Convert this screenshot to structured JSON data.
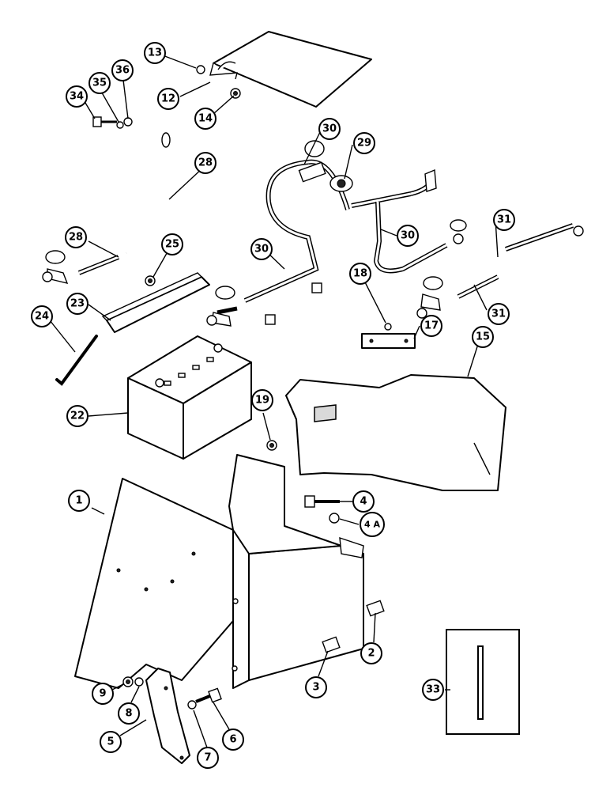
{
  "callouts": [
    {
      "id": "c13",
      "label": "13"
    },
    {
      "id": "c12",
      "label": "12"
    },
    {
      "id": "c14",
      "label": "14"
    },
    {
      "id": "c34",
      "label": "34"
    },
    {
      "id": "c35",
      "label": "35"
    },
    {
      "id": "c36",
      "label": "36"
    },
    {
      "id": "c28a",
      "label": "28"
    },
    {
      "id": "c28b",
      "label": "28"
    },
    {
      "id": "c30a",
      "label": "30"
    },
    {
      "id": "c29",
      "label": "29"
    },
    {
      "id": "c30b",
      "label": "30"
    },
    {
      "id": "c30c",
      "label": "30"
    },
    {
      "id": "c31a",
      "label": "31"
    },
    {
      "id": "c31b",
      "label": "31"
    },
    {
      "id": "c25",
      "label": "25"
    },
    {
      "id": "c23",
      "label": "23"
    },
    {
      "id": "c24",
      "label": "24"
    },
    {
      "id": "c18",
      "label": "18"
    },
    {
      "id": "c17",
      "label": "17"
    },
    {
      "id": "c15",
      "label": "15"
    },
    {
      "id": "c22",
      "label": "22"
    },
    {
      "id": "c19",
      "label": "19"
    },
    {
      "id": "c1",
      "label": "1"
    },
    {
      "id": "c4",
      "label": "4"
    },
    {
      "id": "c4a",
      "label": "4 A"
    },
    {
      "id": "c2",
      "label": "2"
    },
    {
      "id": "c3",
      "label": "3"
    },
    {
      "id": "c9",
      "label": "9"
    },
    {
      "id": "c8",
      "label": "8"
    },
    {
      "id": "c6",
      "label": "6"
    },
    {
      "id": "c7",
      "label": "7"
    },
    {
      "id": "c5",
      "label": "5"
    },
    {
      "id": "c33",
      "label": "33"
    }
  ]
}
